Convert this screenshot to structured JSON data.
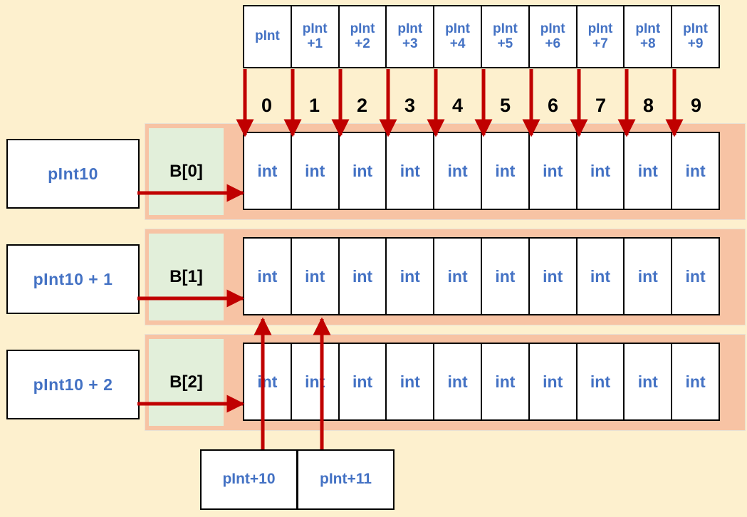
{
  "diagram": {
    "title": "Pointer arithmetic on a 2-D int array B[3][10]",
    "background_color": "#fdf0ce",
    "accent_arrow_color": "#c00000",
    "band_color": "#f7c3a4",
    "green_cell_color": "#e2efda",
    "label_text_color": "#4472c4"
  },
  "header_cells": [
    {
      "label": "pInt"
    },
    {
      "label": "pInt\n+1"
    },
    {
      "label": "pInt\n+2"
    },
    {
      "label": "pInt\n+3"
    },
    {
      "label": "pInt\n+4"
    },
    {
      "label": "pInt\n+5"
    },
    {
      "label": "pInt\n+6"
    },
    {
      "label": "pInt\n+7"
    },
    {
      "label": "pInt\n+8"
    },
    {
      "label": "pInt\n+9"
    }
  ],
  "index_labels": [
    "0",
    "1",
    "2",
    "3",
    "4",
    "5",
    "6",
    "7",
    "8",
    "9"
  ],
  "rows": [
    {
      "left_label": "pInt10",
      "row_label": "B[0]",
      "cells": [
        "int",
        "int",
        "int",
        "int",
        "int",
        "int",
        "int",
        "int",
        "int",
        "int"
      ]
    },
    {
      "left_label": "pInt10  + 1",
      "row_label": "B[1]",
      "cells": [
        "int",
        "int",
        "int",
        "int",
        "int",
        "int",
        "int",
        "int",
        "int",
        "int"
      ]
    },
    {
      "left_label": "pInt10  + 2",
      "row_label": "B[2]",
      "cells": [
        "int",
        "int",
        "int",
        "int",
        "int",
        "int",
        "int",
        "int",
        "int",
        "int"
      ]
    }
  ],
  "bottom_cells": [
    {
      "label": "pInt+10"
    },
    {
      "label": "pInt+11"
    }
  ]
}
